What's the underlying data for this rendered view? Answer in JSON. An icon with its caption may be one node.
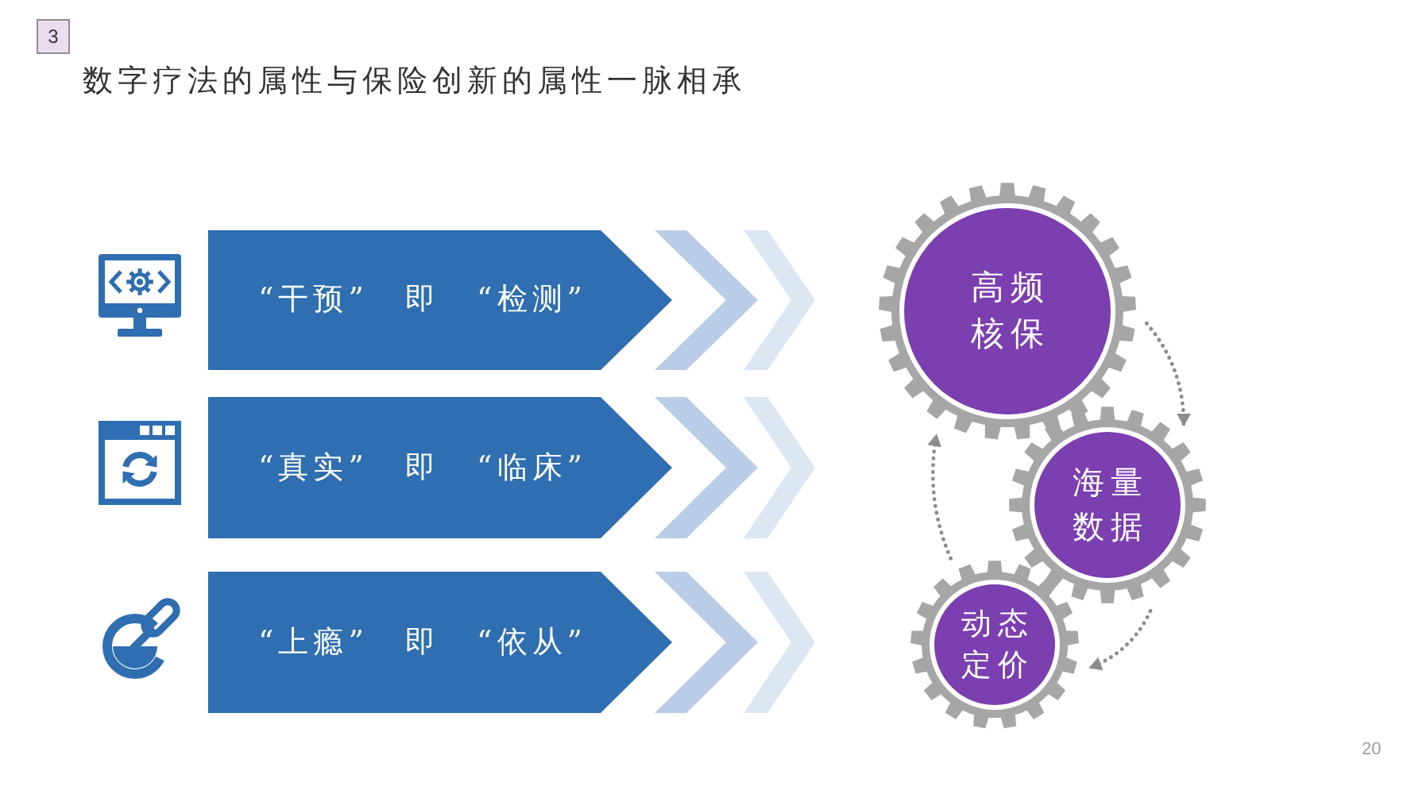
{
  "diagram": {
    "title": "数字疗法的属性与保险创新的属性一脉相承",
    "nodes": [
      {
        "text": [
          "“干预” 即 “检测”"
        ]
      },
      {
        "text": [
          "“真实” 即 “临床”"
        ]
      },
      {
        "text": [
          "“上瘾” 即 “依从”"
        ]
      },
      {
        "text": [
          "高频核保"
        ]
      },
      {
        "text": [
          "海量数据"
        ]
      },
      {
        "text": [
          "动态定价"
        ]
      }
    ],
    "edges": [
      {
        "from": 3,
        "to": 4,
        "arrow": "to",
        "style": "dashed"
      },
      {
        "from": 4,
        "to": 5,
        "arrow": "to",
        "style": "dashed"
      },
      {
        "from": 5,
        "to": 3,
        "arrow": "to",
        "style": "dashed"
      }
    ],
    "labels": [
      "3",
      "20"
    ]
  }
}
